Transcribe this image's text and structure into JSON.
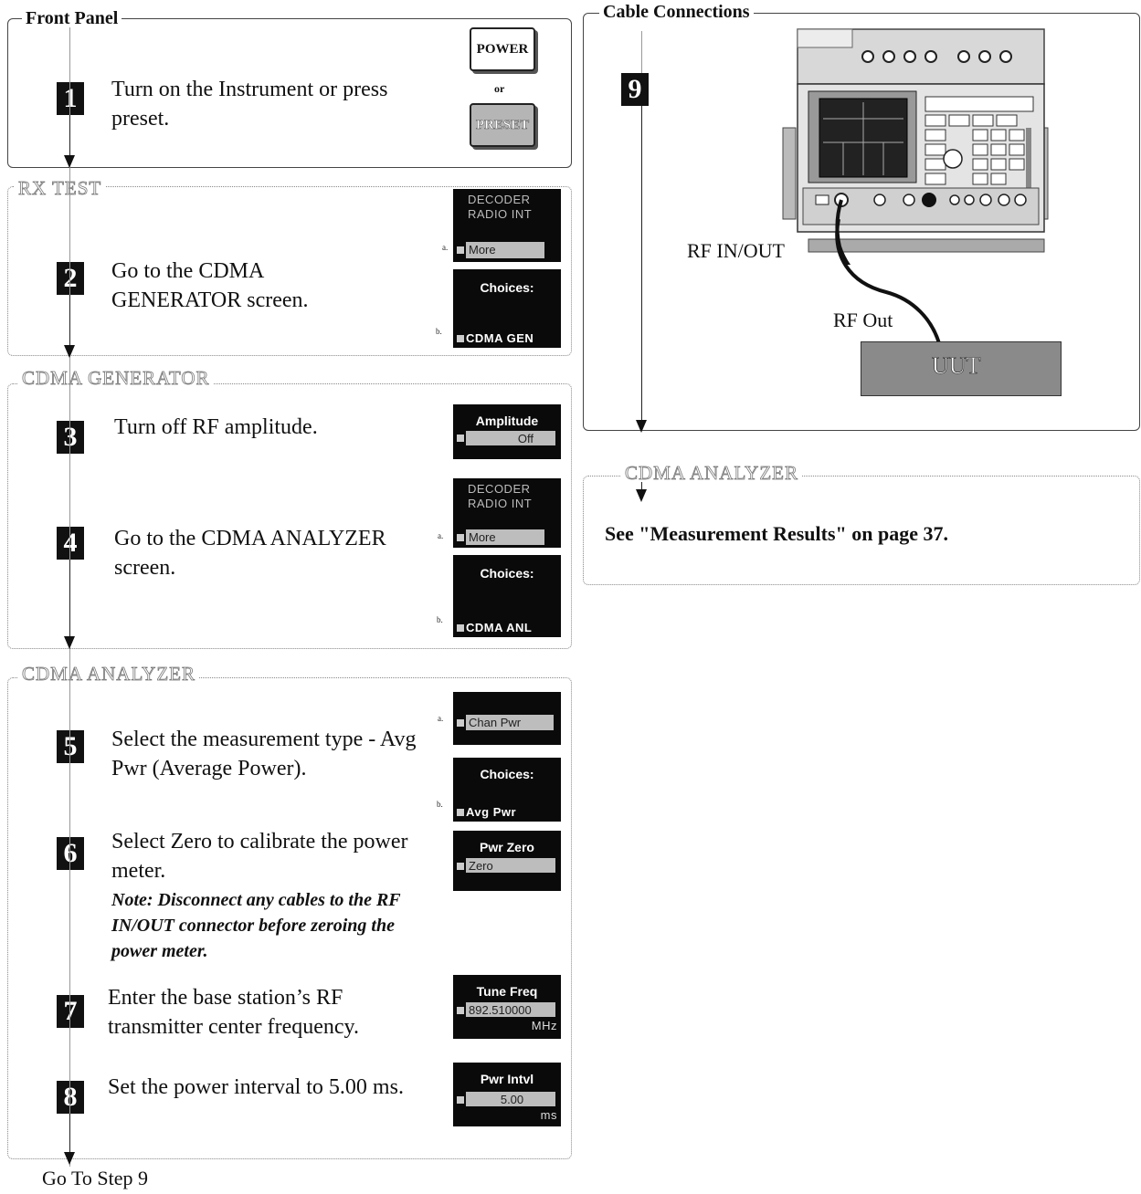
{
  "front_panel": {
    "title": "Front Panel",
    "step_number": "1",
    "step_text": "Turn on the Instrument or press preset.",
    "keys": {
      "power": "POWER",
      "or": "or",
      "preset": "PRESET"
    }
  },
  "rx_test": {
    "title": "RX TEST",
    "step_number": "2",
    "step_text": "Go to the CDMA GENERATOR screen.",
    "screen_a": {
      "line1": "DECODER",
      "line2": "RADIO INT",
      "field": "More",
      "label": "a."
    },
    "screen_b": {
      "head": "Choices:",
      "field": "CDMA GEN",
      "label": "b."
    }
  },
  "cdma_generator": {
    "title": "CDMA GENERATOR",
    "step3": {
      "number": "3",
      "text": "Turn off RF amplitude.",
      "screen": {
        "head": "Amplitude",
        "field": "Off"
      }
    },
    "step4": {
      "number": "4",
      "text": "Go to the CDMA ANALYZER screen.",
      "screen_a": {
        "line1": "DECODER",
        "line2": "RADIO INT",
        "field": "More",
        "label": "a."
      },
      "screen_b": {
        "head": "Choices:",
        "field": "CDMA ANL",
        "label": "b."
      }
    }
  },
  "cdma_analyzer": {
    "title": "CDMA ANALYZER",
    "step5": {
      "number": "5",
      "text": "Select the measurement type - Avg Pwr (Average Power).",
      "screen_a": {
        "field": "Chan Pwr",
        "label": "a."
      },
      "screen_b": {
        "head": "Choices:",
        "field": "Avg Pwr",
        "label": "b."
      }
    },
    "step6": {
      "number": "6",
      "text": "Select Zero to calibrate the power meter.",
      "note": "Note: Disconnect any cables to the RF IN/OUT connector before zeroing the power meter.",
      "screen": {
        "head": "Pwr Zero",
        "field": "Zero"
      }
    },
    "step7": {
      "number": "7",
      "text": "Enter the base station’s RF transmitter center frequency.",
      "screen": {
        "head": "Tune Freq",
        "field": "892.510000",
        "unit": "MHz"
      }
    },
    "step8": {
      "number": "8",
      "text": "Set the power interval to 5.00 ms.",
      "screen": {
        "head": "Pwr Intvl",
        "field": "5.00",
        "unit": "ms"
      }
    }
  },
  "footer": {
    "go_to": "Go To Step 9"
  },
  "cable_connections": {
    "title": "Cable Connections",
    "step_number": "9",
    "labels": {
      "rf_in_out": "RF IN/OUT",
      "rf_out": "RF Out",
      "uut": "UUT"
    }
  },
  "cdma_analyzer_result": {
    "title": "CDMA ANALYZER",
    "text": "See \"Measurement Results\" on page 37."
  },
  "colors": {
    "screen_bg": "#0a0a0a",
    "field_bg": "#bdbdbd",
    "uut_bg": "#8a8a8a"
  }
}
